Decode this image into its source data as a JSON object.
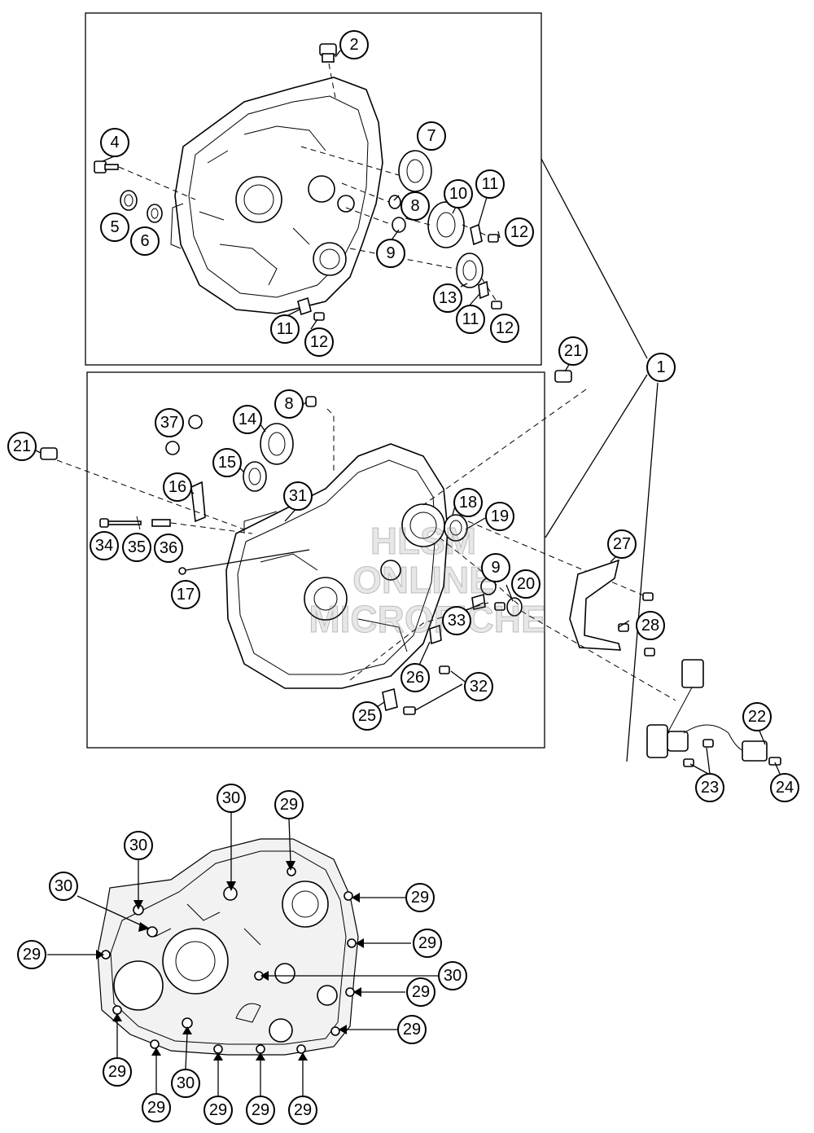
{
  "title": "",
  "callouts": {
    "c1": "1",
    "c2": "2",
    "c4": "4",
    "c5": "5",
    "c6": "6",
    "c7": "7",
    "c8": "8",
    "c9": "9",
    "c10": "10",
    "c11": "11",
    "c12": "12",
    "c13": "13",
    "c14": "14",
    "c15": "15",
    "c16": "16",
    "c17": "17",
    "c18": "18",
    "c19": "19",
    "c20": "20",
    "c21": "21",
    "c22": "22",
    "c23": "23",
    "c24": "24",
    "c25": "25",
    "c26": "26",
    "c27": "27",
    "c28": "28",
    "c29": "29",
    "c30": "30",
    "c31": "31",
    "c32": "32",
    "c33": "33",
    "c34": "34",
    "c35": "35",
    "c36": "36",
    "c37": "37"
  },
  "watermark": {
    "line1": "HLSM",
    "line2": "ONLINE",
    "line3": "MICROFICHE"
  }
}
